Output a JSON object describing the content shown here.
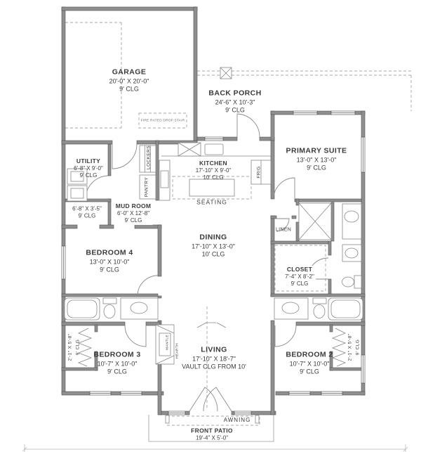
{
  "plan": {
    "rooms": {
      "garage": {
        "name": "GARAGE",
        "dims": "20'-0\" X 20'-0\"",
        "clg": "9' CLG"
      },
      "back_porch": {
        "name": "BACK PORCH",
        "dims": "24'-6\" X 10'-3\"",
        "clg": "9' CLG"
      },
      "primary_suite": {
        "name": "PRIMARY SUITE",
        "dims": "13'-0\" X 13'-0\"",
        "clg": "9' CLG"
      },
      "utility": {
        "name": "UTILITY",
        "dims": "6'-8\" X 9'-0\"",
        "clg": "9' CLG"
      },
      "hall": {
        "dims": "6'-8\" X 3'-5\"",
        "clg": "9' CLG"
      },
      "kitchen": {
        "name": "KITCHEN",
        "dims": "17'-10\" X 9'-0\"",
        "clg": "10' CLG"
      },
      "mud_room": {
        "name": "MUD ROOM",
        "dims": "6'-0\" X 12'-8\"",
        "clg": "9' CLG"
      },
      "dining": {
        "name": "DINING",
        "dims": "17'-10\" X 13'-0\"",
        "clg": "10' CLG"
      },
      "bedroom4": {
        "name": "BEDROOM 4",
        "dims": "13'-0\" X 10'-0\"",
        "clg": "9' CLG"
      },
      "closet_primary": {
        "name": "CLOSET",
        "dims": "7'-4\" X 8'-2\"",
        "clg": "9' CLG"
      },
      "bedroom3": {
        "name": "BEDROOM 3",
        "dims": "10'-7\" X 10'-0\"",
        "clg": "9' CLG"
      },
      "living": {
        "name": "LIVING",
        "dims": "17'-10\" X 18'-7\"",
        "clg": "VAULT CLG FROM 10'"
      },
      "bedroom2": {
        "name": "BEDROOM 2",
        "dims": "10'-7\" X 10'-0\"",
        "clg": "9' CLG"
      },
      "front_patio": {
        "name": "FRONT PATIO",
        "dims": "19'-4\" X 5'-0\""
      }
    },
    "annotations": {
      "fire_stair": "FIRE RATED DROP STAIR",
      "seating": "SEATING",
      "pantry": "PANTRY",
      "lockers": "LOCKERS",
      "fridge": "FRIG",
      "linen": "LINEN",
      "awning": "AWNING",
      "mantle": "MANTLE",
      "hearth": "HEARTH",
      "closet_bed3_dims": "2'-1\" X 5'-8\"",
      "closet_bed3_clg": "9' CLG",
      "closet_bed2_dims": "2'-1\" X 5'-8\"",
      "closet_bed2_clg": "9' CLG"
    },
    "colors": {
      "wall": "#8f8f8f",
      "wall_outline": "#4f4f4f",
      "fixture_line": "#878787",
      "dash": "#a6a6a6",
      "text": "#3a3a3a",
      "background": "#ffffff"
    }
  }
}
